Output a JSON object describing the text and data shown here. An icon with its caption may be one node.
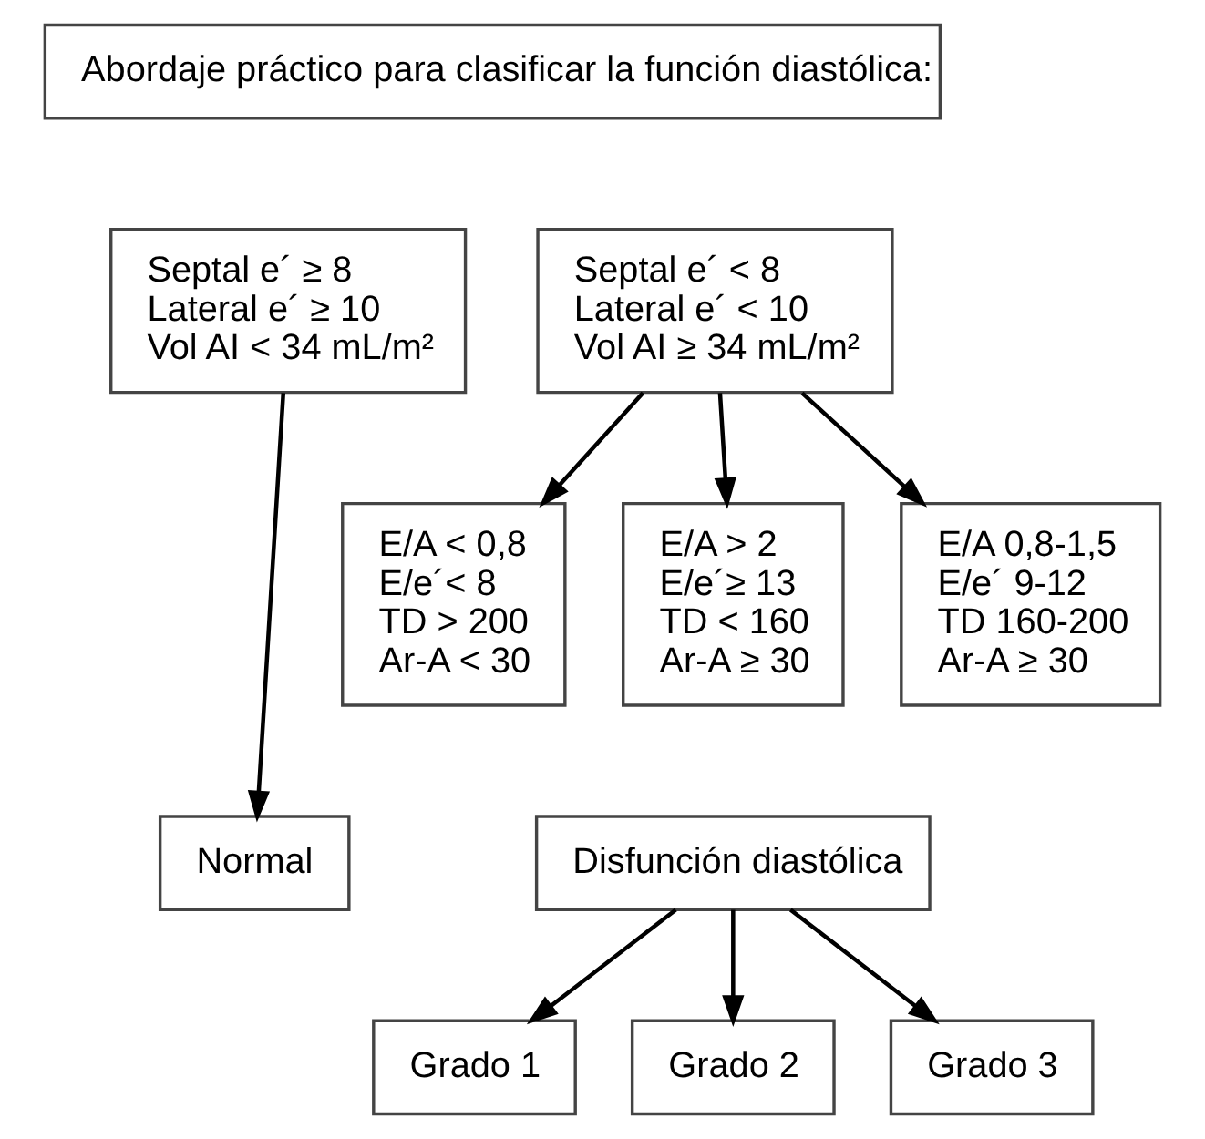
{
  "diagram": {
    "nodes": [
      {
        "text": [
          "Abordaje práctico para clasificar la función diastólica:"
        ]
      },
      {
        "text": [
          "Septal e´ ≥ 8",
          "Lateral e´ ≥ 10",
          "Vol AI < 34 mL/m²"
        ]
      },
      {
        "text": [
          "Septal e´ < 8",
          "Lateral e´ < 10",
          "Vol AI ≥ 34 mL/m²"
        ]
      },
      {
        "text": [
          "E/A < 0,8",
          "E/e´< 8",
          "TD > 200",
          "Ar-A < 30"
        ]
      },
      {
        "text": [
          "E/A > 2",
          "E/e´≥ 13",
          "TD < 160",
          "Ar-A ≥ 30"
        ]
      },
      {
        "text": [
          "E/A 0,8-1,5",
          "E/e´ 9-12",
          "TD 160-200",
          "Ar-A ≥ 30"
        ]
      },
      {
        "text": [
          "Normal"
        ]
      },
      {
        "text": [
          "Disfunción diastólica"
        ]
      },
      {
        "text": [
          "Grado 1"
        ]
      },
      {
        "text": [
          "Grado 2"
        ]
      },
      {
        "text": [
          "Grado 3"
        ]
      }
    ],
    "edges": [
      {
        "from": 1,
        "to": 6,
        "arrow": "to"
      },
      {
        "from": 2,
        "to": 3,
        "arrow": "to"
      },
      {
        "from": 2,
        "to": 4,
        "arrow": "to"
      },
      {
        "from": 2,
        "to": 5,
        "arrow": "to"
      },
      {
        "from": 7,
        "to": 8,
        "arrow": "to"
      },
      {
        "from": 7,
        "to": 9,
        "arrow": "to"
      },
      {
        "from": 7,
        "to": 10,
        "arrow": "to"
      }
    ]
  }
}
